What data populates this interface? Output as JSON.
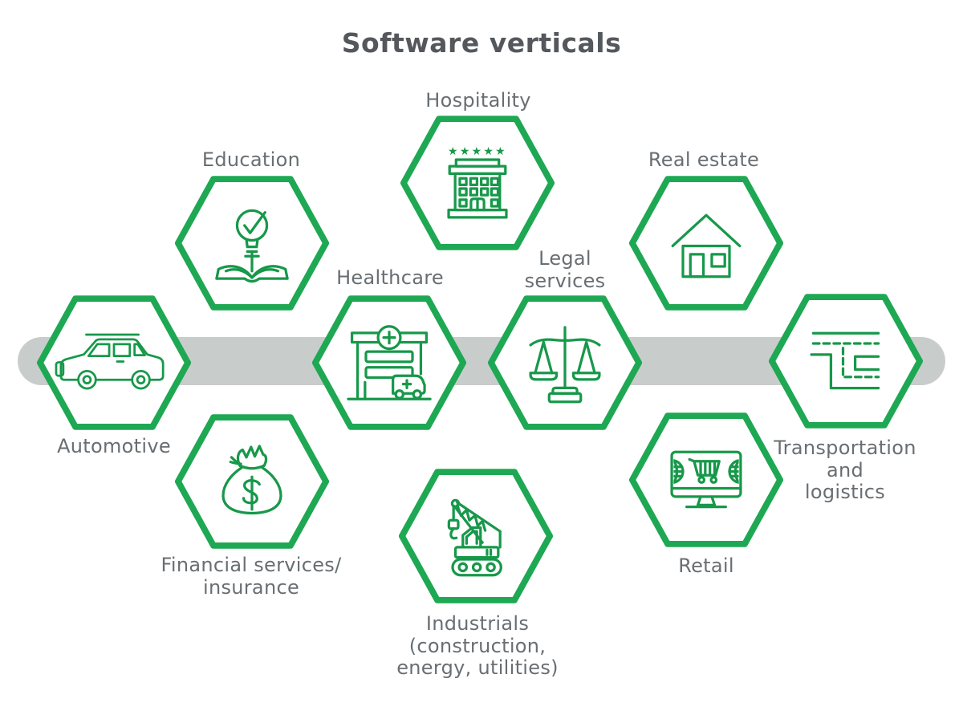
{
  "title": "Software verticals",
  "colors": {
    "hex_outline_green": "#1ea853",
    "icon_green": "#17984a",
    "band_gray": "#c8cdcc",
    "title_text": "#54585c",
    "label_text": "#686e72",
    "background": "#ffffff"
  },
  "band": {
    "name": "timeline-band"
  },
  "verticals": [
    {
      "name": "automotive",
      "label": "Automotive",
      "icon": "car-icon",
      "label_position": "below"
    },
    {
      "name": "education",
      "label": "Education",
      "icon": "lightbulb-check-book-icon",
      "label_position": "above"
    },
    {
      "name": "hospitality",
      "label": "Hospitality",
      "icon": "hotel-stars-icon",
      "label_position": "above"
    },
    {
      "name": "healthcare",
      "label": "Healthcare",
      "icon": "hospital-ambulance-icon",
      "label_position": "above"
    },
    {
      "name": "legal-services",
      "label": "Legal\nservices",
      "icon": "justice-scales-icon",
      "label_position": "above"
    },
    {
      "name": "real-estate",
      "label": "Real estate",
      "icon": "house-icon",
      "label_position": "above"
    },
    {
      "name": "financial-services",
      "label": "Financial services/\ninsurance",
      "icon": "money-bag-icon",
      "label_position": "below"
    },
    {
      "name": "industrials",
      "label": "Industrials\n(construction,\nenergy, utilities)",
      "icon": "crawler-crane-icon",
      "label_position": "below"
    },
    {
      "name": "retail",
      "label": "Retail",
      "icon": "ecommerce-monitor-icon",
      "label_position": "below"
    },
    {
      "name": "transportation",
      "label": "Transportation\nand\nlogistics",
      "icon": "roads-routes-icon",
      "label_position": "below"
    }
  ]
}
